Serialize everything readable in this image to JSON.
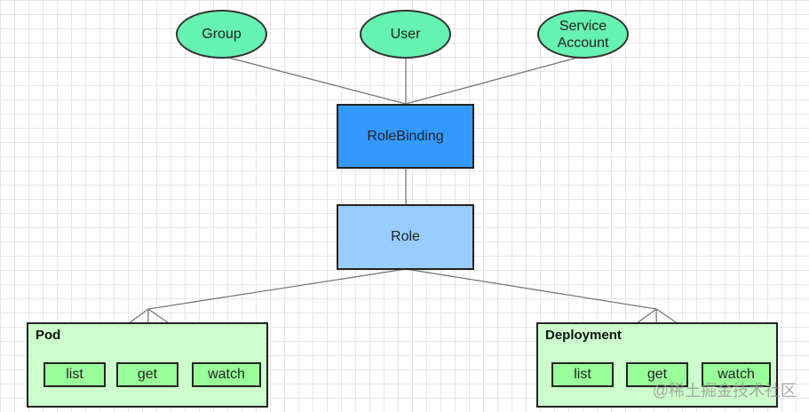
{
  "subjects": [
    {
      "id": "group",
      "label": "Group"
    },
    {
      "id": "user",
      "label": "User"
    },
    {
      "id": "service-account",
      "label": "Service Account"
    }
  ],
  "rolebinding": {
    "label": "RoleBinding",
    "color": "#3399ff"
  },
  "role": {
    "label": "Role",
    "color": "#99ccff"
  },
  "resources": [
    {
      "id": "pod",
      "title": "Pod",
      "verbs": [
        "list",
        "get",
        "watch"
      ]
    },
    {
      "id": "deployment",
      "title": "Deployment",
      "verbs": [
        "list",
        "get",
        "watch"
      ]
    }
  ],
  "colors": {
    "subject_fill": "#66f2b0",
    "container_fill": "#ccffcc",
    "verb_fill": "#99ff99",
    "connector": "#777777"
  },
  "watermark": "@稀土掘金技术社区"
}
